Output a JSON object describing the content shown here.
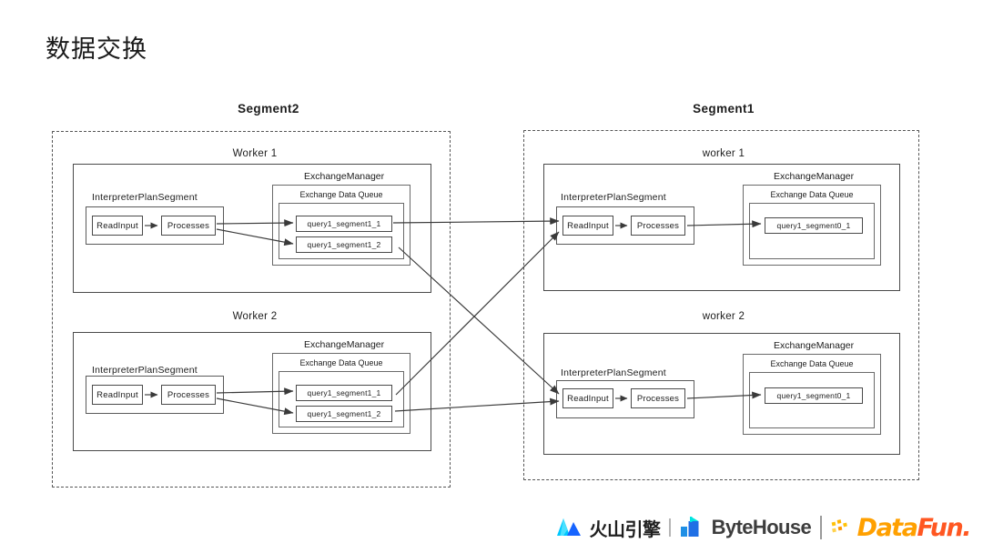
{
  "slide": {
    "title": "数据交换"
  },
  "segments": [
    {
      "id": "segment2",
      "title": "Segment2",
      "workers": [
        {
          "id": "s2w1",
          "title": "Worker 1",
          "ips_title": "InterpreterPlanSegment",
          "nodes": [
            "ReadInput",
            "Processes"
          ],
          "exchange_manager_title": "ExchangeManager",
          "exchange_queue_title": "Exchange Data Queue",
          "queues": [
            "query1_segment1_1",
            "query1_segment1_2"
          ]
        },
        {
          "id": "s2w2",
          "title": "Worker 2",
          "ips_title": "InterpreterPlanSegment",
          "nodes": [
            "ReadInput",
            "Processes"
          ],
          "exchange_manager_title": "ExchangeManager",
          "exchange_queue_title": "Exchange Data Queue",
          "queues": [
            "query1_segment1_1",
            "query1_segment1_2"
          ]
        }
      ]
    },
    {
      "id": "segment1",
      "title": "Segment1",
      "workers": [
        {
          "id": "s1w1",
          "title": "worker 1",
          "ips_title": "InterpreterPlanSegment",
          "nodes": [
            "ReadInput",
            "Processes"
          ],
          "exchange_manager_title": "ExchangeManager",
          "exchange_queue_title": "Exchange Data Queue",
          "queues": [
            "query1_segment0_1"
          ]
        },
        {
          "id": "s1w2",
          "title": "worker 2",
          "ips_title": "InterpreterPlanSegment",
          "nodes": [
            "ReadInput",
            "Processes"
          ],
          "exchange_manager_title": "ExchangeManager",
          "exchange_queue_title": "Exchange Data Queue",
          "queues": [
            "query1_segment0_1"
          ]
        }
      ]
    }
  ],
  "footer": {
    "volcano_label": "火山引擎",
    "bytehouse_label": "ByteHouse",
    "datafun_label": "DataFun.",
    "colors": {
      "volcano_blue": "#00c8ff",
      "volcano_deep": "#1664ff",
      "bytehouse_cyan": "#00e5e0",
      "bytehouse_blue": "#1f6fe5",
      "bytehouse_text": "#3d3d3d",
      "datafun_orange": "#ff6a00",
      "datafun_yellow": "#ffc107",
      "diagram_line": "#4a4a4a",
      "dashed_line": "#555555"
    }
  }
}
